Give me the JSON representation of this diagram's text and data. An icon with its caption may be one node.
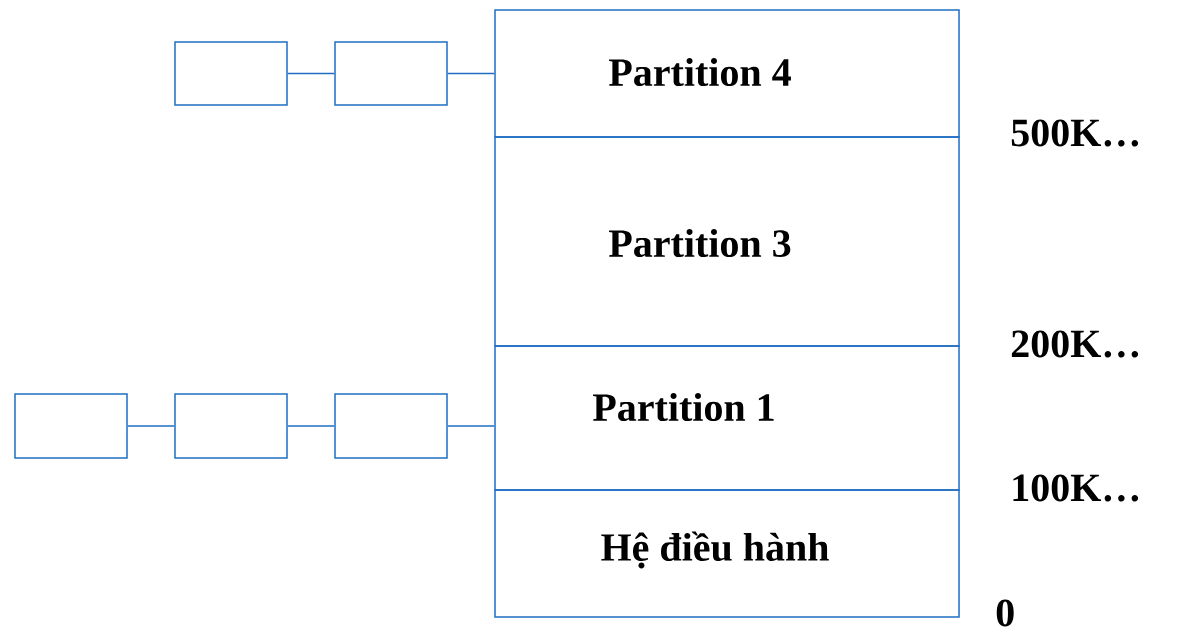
{
  "diagram": {
    "nodes": [
      {
        "text": [
          "Partition 4"
        ]
      },
      {
        "text": [
          "Partition 3"
        ]
      },
      {
        "text": [
          "Partition 1"
        ]
      },
      {
        "text": [
          "Hệ điều hành"
        ]
      },
      {
        "text": [],
        "shape": "box"
      },
      {
        "text": [],
        "shape": "box"
      },
      {
        "text": [],
        "shape": "box"
      },
      {
        "text": [],
        "shape": "box"
      },
      {
        "text": [],
        "shape": "box"
      }
    ],
    "edges": [
      {
        "from": 4,
        "to": 5,
        "arrow": "none"
      },
      {
        "from": 5,
        "to": 0,
        "arrow": "none"
      },
      {
        "from": 6,
        "to": 7,
        "arrow": "none"
      },
      {
        "from": 7,
        "to": 8,
        "arrow": "none"
      },
      {
        "from": 8,
        "to": 2,
        "arrow": "none"
      }
    ],
    "labels": [
      "500K…",
      "200K…",
      "100K…",
      "0"
    ]
  }
}
